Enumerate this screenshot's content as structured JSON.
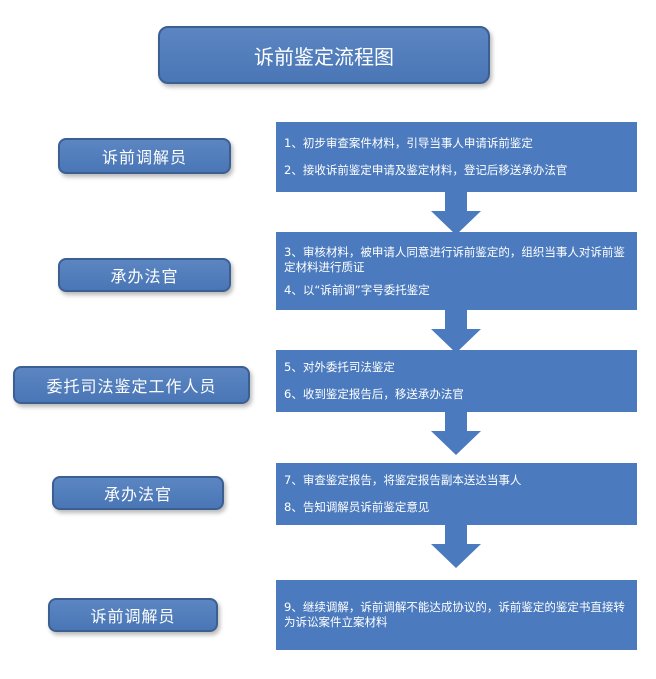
{
  "title": "诉前鉴定流程图",
  "roles": [
    "诉前调解员",
    "承办法官",
    "委托司法鉴定工作人员",
    "承办法官",
    "诉前调解员"
  ],
  "steps": [
    {
      "lines": [
        "1、初步审查案件材料，引导当事人申请诉前鉴定",
        "2、接收诉前鉴定申请及鉴定材料，登记后移送承办法官"
      ]
    },
    {
      "lines": [
        "3、审核材料，被申请人同意进行诉前鉴定的，组织当事人对诉前鉴定材料进行质证",
        "4、以“诉前调”字号委托鉴定"
      ]
    },
    {
      "lines": [
        "5、对外委托司法鉴定",
        "6、收到鉴定报告后，移送承办法官"
      ]
    },
    {
      "lines": [
        "7、审查鉴定报告，将鉴定报告副本送达当事人",
        "8、告知调解员诉前鉴定意见"
      ]
    },
    {
      "lines": [
        "9、继续调解，诉前调解不能达成协议的，诉前鉴定的鉴定书直接转为诉讼案件立案材料"
      ]
    }
  ],
  "colors": {
    "box_fill": "#4b7bbe",
    "box_border": "#3c5f92",
    "text": "#ffffff",
    "background": "#ffffff"
  }
}
